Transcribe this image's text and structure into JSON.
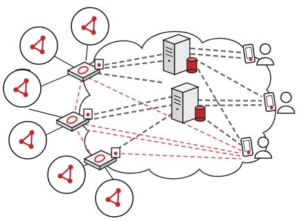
{
  "diagram": {
    "description_text": [],
    "colors": {
      "ink": "#1a1a1a",
      "accent": "#c0282d",
      "link_gray": "#666666",
      "link_red": "#d4534f",
      "server_body": "#dcdcdc",
      "db": "#c0282d",
      "cloud_stroke": "#2a2a2a"
    },
    "elements": {
      "sensor_networks": [
        {
          "id": "net1",
          "icon": "triangle-graph-icon"
        },
        {
          "id": "net2",
          "icon": "triangle-graph-icon"
        },
        {
          "id": "net3",
          "icon": "triangle-graph-icon"
        },
        {
          "id": "net4",
          "icon": "triangle-graph-icon"
        },
        {
          "id": "net5",
          "icon": "triangle-graph-icon"
        },
        {
          "id": "net6",
          "icon": "triangle-graph-icon"
        },
        {
          "id": "net7",
          "icon": "triangle-graph-icon"
        }
      ],
      "gateways": [
        {
          "id": "gw1",
          "icon": "gateway-device-icon"
        },
        {
          "id": "gw2",
          "icon": "gateway-device-icon"
        },
        {
          "id": "gw3",
          "icon": "gateway-device-icon"
        }
      ],
      "servers": [
        {
          "id": "srv1",
          "icon": "server-tower-icon"
        },
        {
          "id": "srv2",
          "icon": "server-tower-icon"
        }
      ],
      "clients": [
        {
          "id": "cl1",
          "icon": "phone-and-user-icon"
        },
        {
          "id": "cl2",
          "icon": "phone-and-user-icon"
        },
        {
          "id": "cl3",
          "icon": "phone-and-user-icon"
        }
      ],
      "cloud": {
        "icon": "cloud-icon"
      }
    }
  }
}
